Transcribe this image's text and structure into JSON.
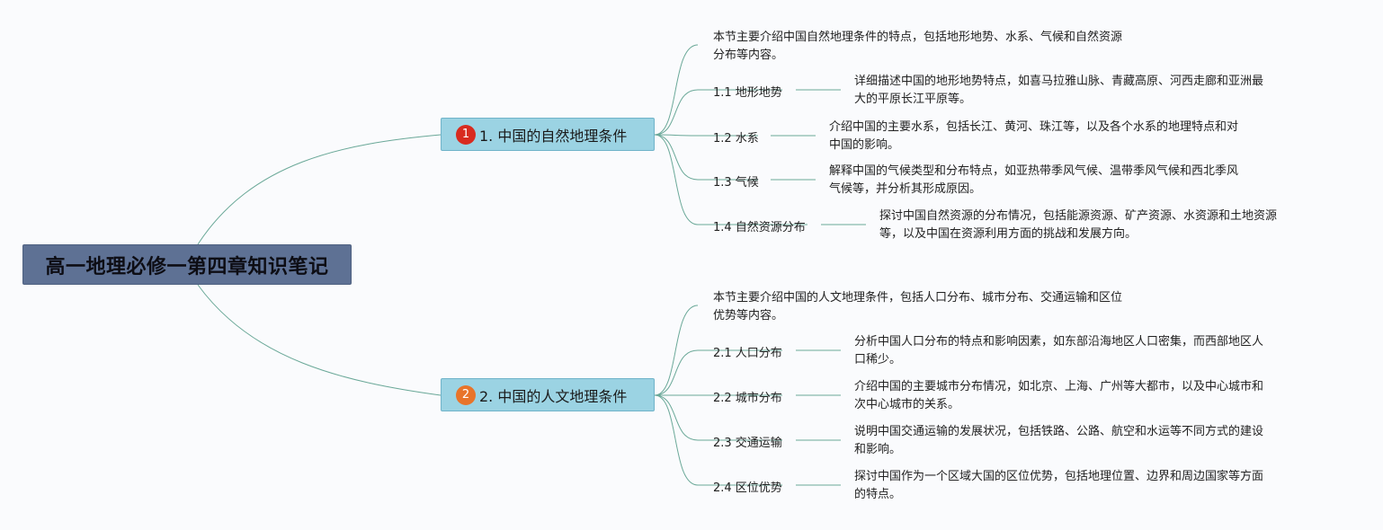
{
  "root": {
    "title": "高一地理必修一第四章知识笔记"
  },
  "colors": {
    "badge1": "#d82b1f",
    "badge2": "#e8742a",
    "link": "#6aa898"
  },
  "branches": [
    {
      "badge": "1",
      "title": "1. 中国的自然地理条件",
      "intro": [
        "本节主要介绍中国自然地理条件的特点，包括地形地势、水系、气候和自然资源",
        "分布等内容。"
      ],
      "children": [
        {
          "label": "1.1 地形地势",
          "desc": [
            "详细描述中国的地形地势特点，如喜马拉雅山脉、青藏高原、河西走廊和亚洲最",
            "大的平原长江平原等。"
          ]
        },
        {
          "label": "1.2 水系",
          "desc": [
            "介绍中国的主要水系，包括长江、黄河、珠江等，以及各个水系的地理特点和对",
            "中国的影响。"
          ]
        },
        {
          "label": "1.3 气候",
          "desc": [
            "解释中国的气候类型和分布特点，如亚热带季风气候、温带季风气候和西北季风",
            "气候等，并分析其形成原因。"
          ]
        },
        {
          "label": "1.4 自然资源分布",
          "desc": [
            "探讨中国自然资源的分布情况，包括能源资源、矿产资源、水资源和土地资源",
            "等，以及中国在资源利用方面的挑战和发展方向。"
          ]
        }
      ]
    },
    {
      "badge": "2",
      "title": "2. 中国的人文地理条件",
      "intro": [
        "本节主要介绍中国的人文地理条件，包括人口分布、城市分布、交通运输和区位",
        "优势等内容。"
      ],
      "children": [
        {
          "label": "2.1 人口分布",
          "desc": [
            "分析中国人口分布的特点和影响因素，如东部沿海地区人口密集，而西部地区人",
            "口稀少。"
          ]
        },
        {
          "label": "2.2 城市分布",
          "desc": [
            "介绍中国的主要城市分布情况，如北京、上海、广州等大都市，以及中心城市和",
            "次中心城市的关系。"
          ]
        },
        {
          "label": "2.3 交通运输",
          "desc": [
            "说明中国交通运输的发展状况，包括铁路、公路、航空和水运等不同方式的建设",
            "和影响。"
          ]
        },
        {
          "label": "2.4 区位优势",
          "desc": [
            "探讨中国作为一个区域大国的区位优势，包括地理位置、边界和周边国家等方面",
            "的特点。"
          ]
        }
      ]
    }
  ]
}
